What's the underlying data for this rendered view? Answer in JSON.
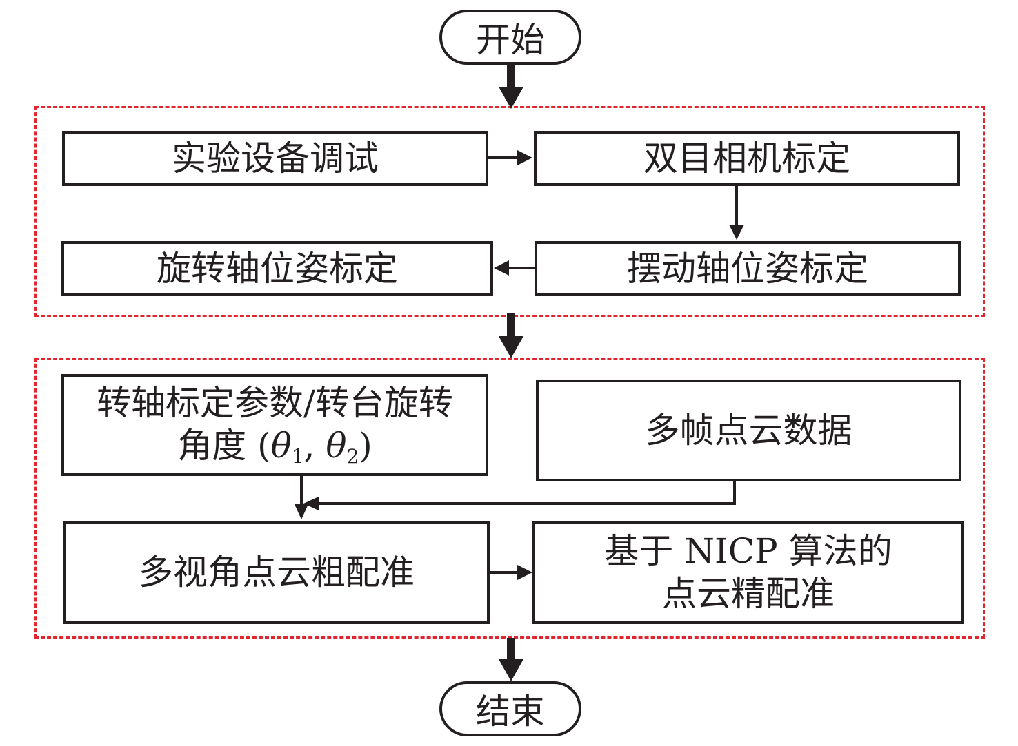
{
  "diagram": {
    "start_label": "开始",
    "end_label": "结束",
    "group1": {
      "steps": [
        {
          "id": "debug",
          "label": "实验设备调试"
        },
        {
          "id": "stereo",
          "label": "双目相机标定"
        },
        {
          "id": "swing",
          "label": "摆动轴位姿标定"
        },
        {
          "id": "rotate",
          "label": "旋转轴位姿标定"
        }
      ]
    },
    "group2": {
      "params_line1": "转轴标定参数/转台旋转",
      "params_line2_prefix": "角度 (",
      "theta": "θ",
      "sub1": "1",
      "sub2": "2",
      "comma": ", ",
      "close": ")",
      "multiframe": "多帧点云数据",
      "coarse": "多视角点云粗配准",
      "fine_line1": "基于 NICP 算法的",
      "fine_line2": "点云精配准"
    },
    "colors": {
      "line": "#231f20",
      "group_border": "#e0252f"
    }
  }
}
